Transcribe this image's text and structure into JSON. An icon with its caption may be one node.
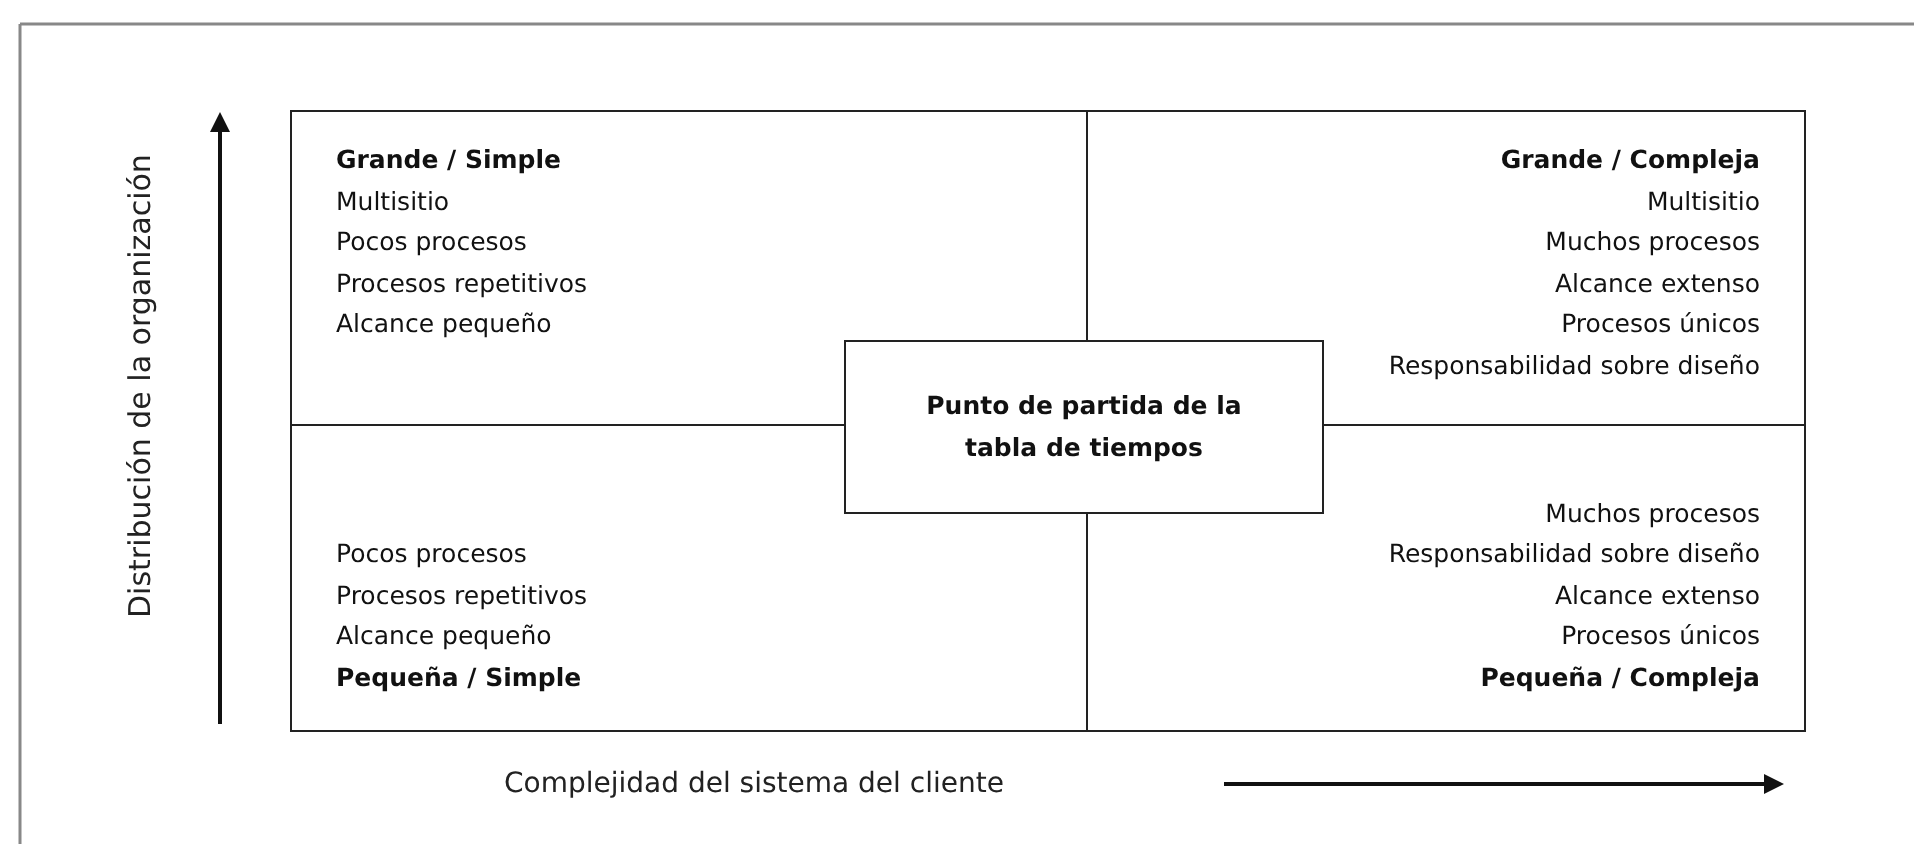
{
  "diagram": {
    "nodes": [
      {
        "text": [
          "Grande / Simple",
          "Multisitio",
          "Pocos procesos",
          "Procesos repetitivos",
          "Alcance pequeño"
        ]
      },
      {
        "text": [
          "Grande / Compleja",
          "Multisitio",
          "Muchos procesos",
          "Alcance extenso",
          "Procesos únicos",
          "Responsabilidad sobre diseño"
        ]
      },
      {
        "text": [
          "Pocos procesos",
          "Procesos repetitivos",
          "Alcance pequeño",
          "Pequeña / Simple"
        ]
      },
      {
        "text": [
          "Muchos procesos",
          "Responsabilidad sobre diseño",
          "Alcance extenso",
          "Procesos únicos",
          "Pequeña / Compleja"
        ]
      },
      {
        "text": [
          "Punto de partida de la tabla de tiempos"
        ]
      }
    ],
    "edges": [],
    "labels": [
      "Distribución de la organización",
      "Complejidad del sistema del cliente"
    ]
  }
}
